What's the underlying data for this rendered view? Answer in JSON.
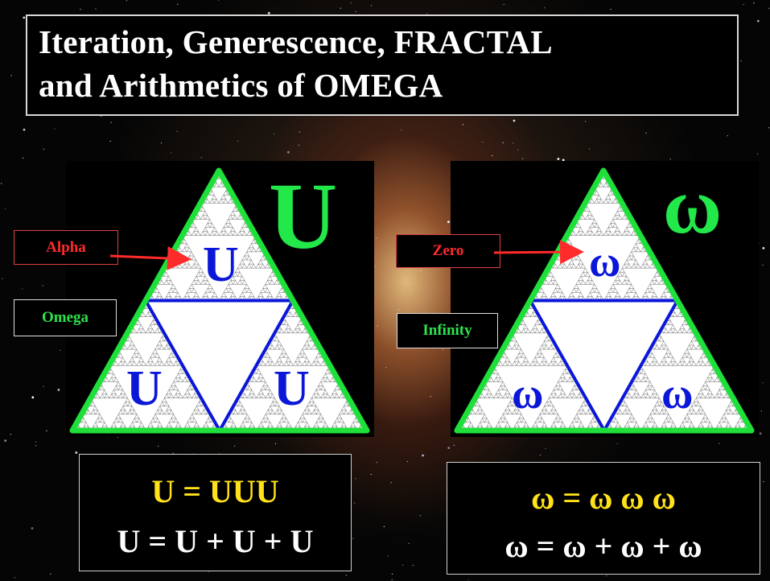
{
  "title": {
    "line1": "Iteration, Generescence, FRACTAL",
    "line2": "and Arithmetics of OMEGA"
  },
  "left_panel": {
    "big_letter": "U",
    "top_letter": "U",
    "bottom_left_letter": "U",
    "bottom_right_letter": "U",
    "label_red": "Alpha",
    "label_green": "Omega",
    "formula_line1": "U = UUU",
    "formula_line2": "U = U + U + U"
  },
  "right_panel": {
    "big_letter": "ω",
    "top_letter": "ω",
    "bottom_left_letter": "ω",
    "bottom_right_letter": "ω",
    "label_red": "Zero",
    "label_green": "Infinity",
    "formula_line1": "ω = ω ω ω",
    "formula_line2": "ω = ω + ω + ω"
  },
  "colors": {
    "outer_triangle": "#1fe03a",
    "inner_triangle": "#0b17d8",
    "label_red": "#ff2a2a",
    "label_green": "#2de24c",
    "formula_yellow": "#ffe21a",
    "title_text": "#ffffff"
  }
}
